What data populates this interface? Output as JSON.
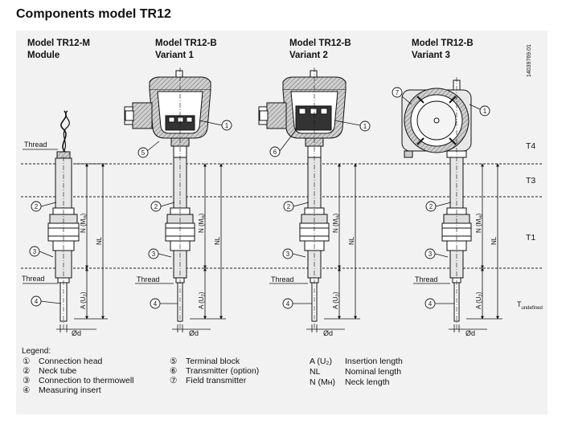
{
  "page_title": "Components model TR12",
  "doc_number": "14039769.01",
  "models": [
    {
      "name": "Model TR12-M",
      "sub": "Module"
    },
    {
      "name": "Model TR12-B",
      "sub": "Variant 1"
    },
    {
      "name": "Model TR12-B",
      "sub": "Variant 2"
    },
    {
      "name": "Model TR12-B",
      "sub": "Variant 3"
    }
  ],
  "zones": {
    "t4": "T4",
    "t3": "T3",
    "t1": "T1",
    "tundef": "T",
    "tundef_sub": "undefined"
  },
  "labels": {
    "thread": "Thread",
    "phi_d": "Ød",
    "nl": "NL",
    "a_u2": "A (U",
    "u2_sub": "2",
    "close_paren": ")",
    "n_mh": "N (M",
    "mh_sub": "H"
  },
  "callouts": {
    "c1": "1",
    "c2": "2",
    "c3": "3",
    "c4": "4",
    "c5": "5",
    "c6": "6",
    "c7": "7"
  },
  "legend": {
    "heading": "Legend:",
    "items": [
      {
        "num": "①",
        "text": "Connection head"
      },
      {
        "num": "②",
        "text": "Neck tube"
      },
      {
        "num": "③",
        "text": "Connection to thermowell"
      },
      {
        "num": "④",
        "text": "Measuring insert"
      },
      {
        "num": "⑤",
        "text": "Terminal block"
      },
      {
        "num": "⑥",
        "text": "Transmitter (option)"
      },
      {
        "num": "⑦",
        "text": "Field transmitter"
      }
    ],
    "dims": [
      {
        "key": "A (U₂)",
        "text": "Insertion length"
      },
      {
        "key": "NL",
        "text": "Nominal length"
      },
      {
        "key": "N (Mʜ)",
        "text": "Neck length"
      }
    ]
  }
}
